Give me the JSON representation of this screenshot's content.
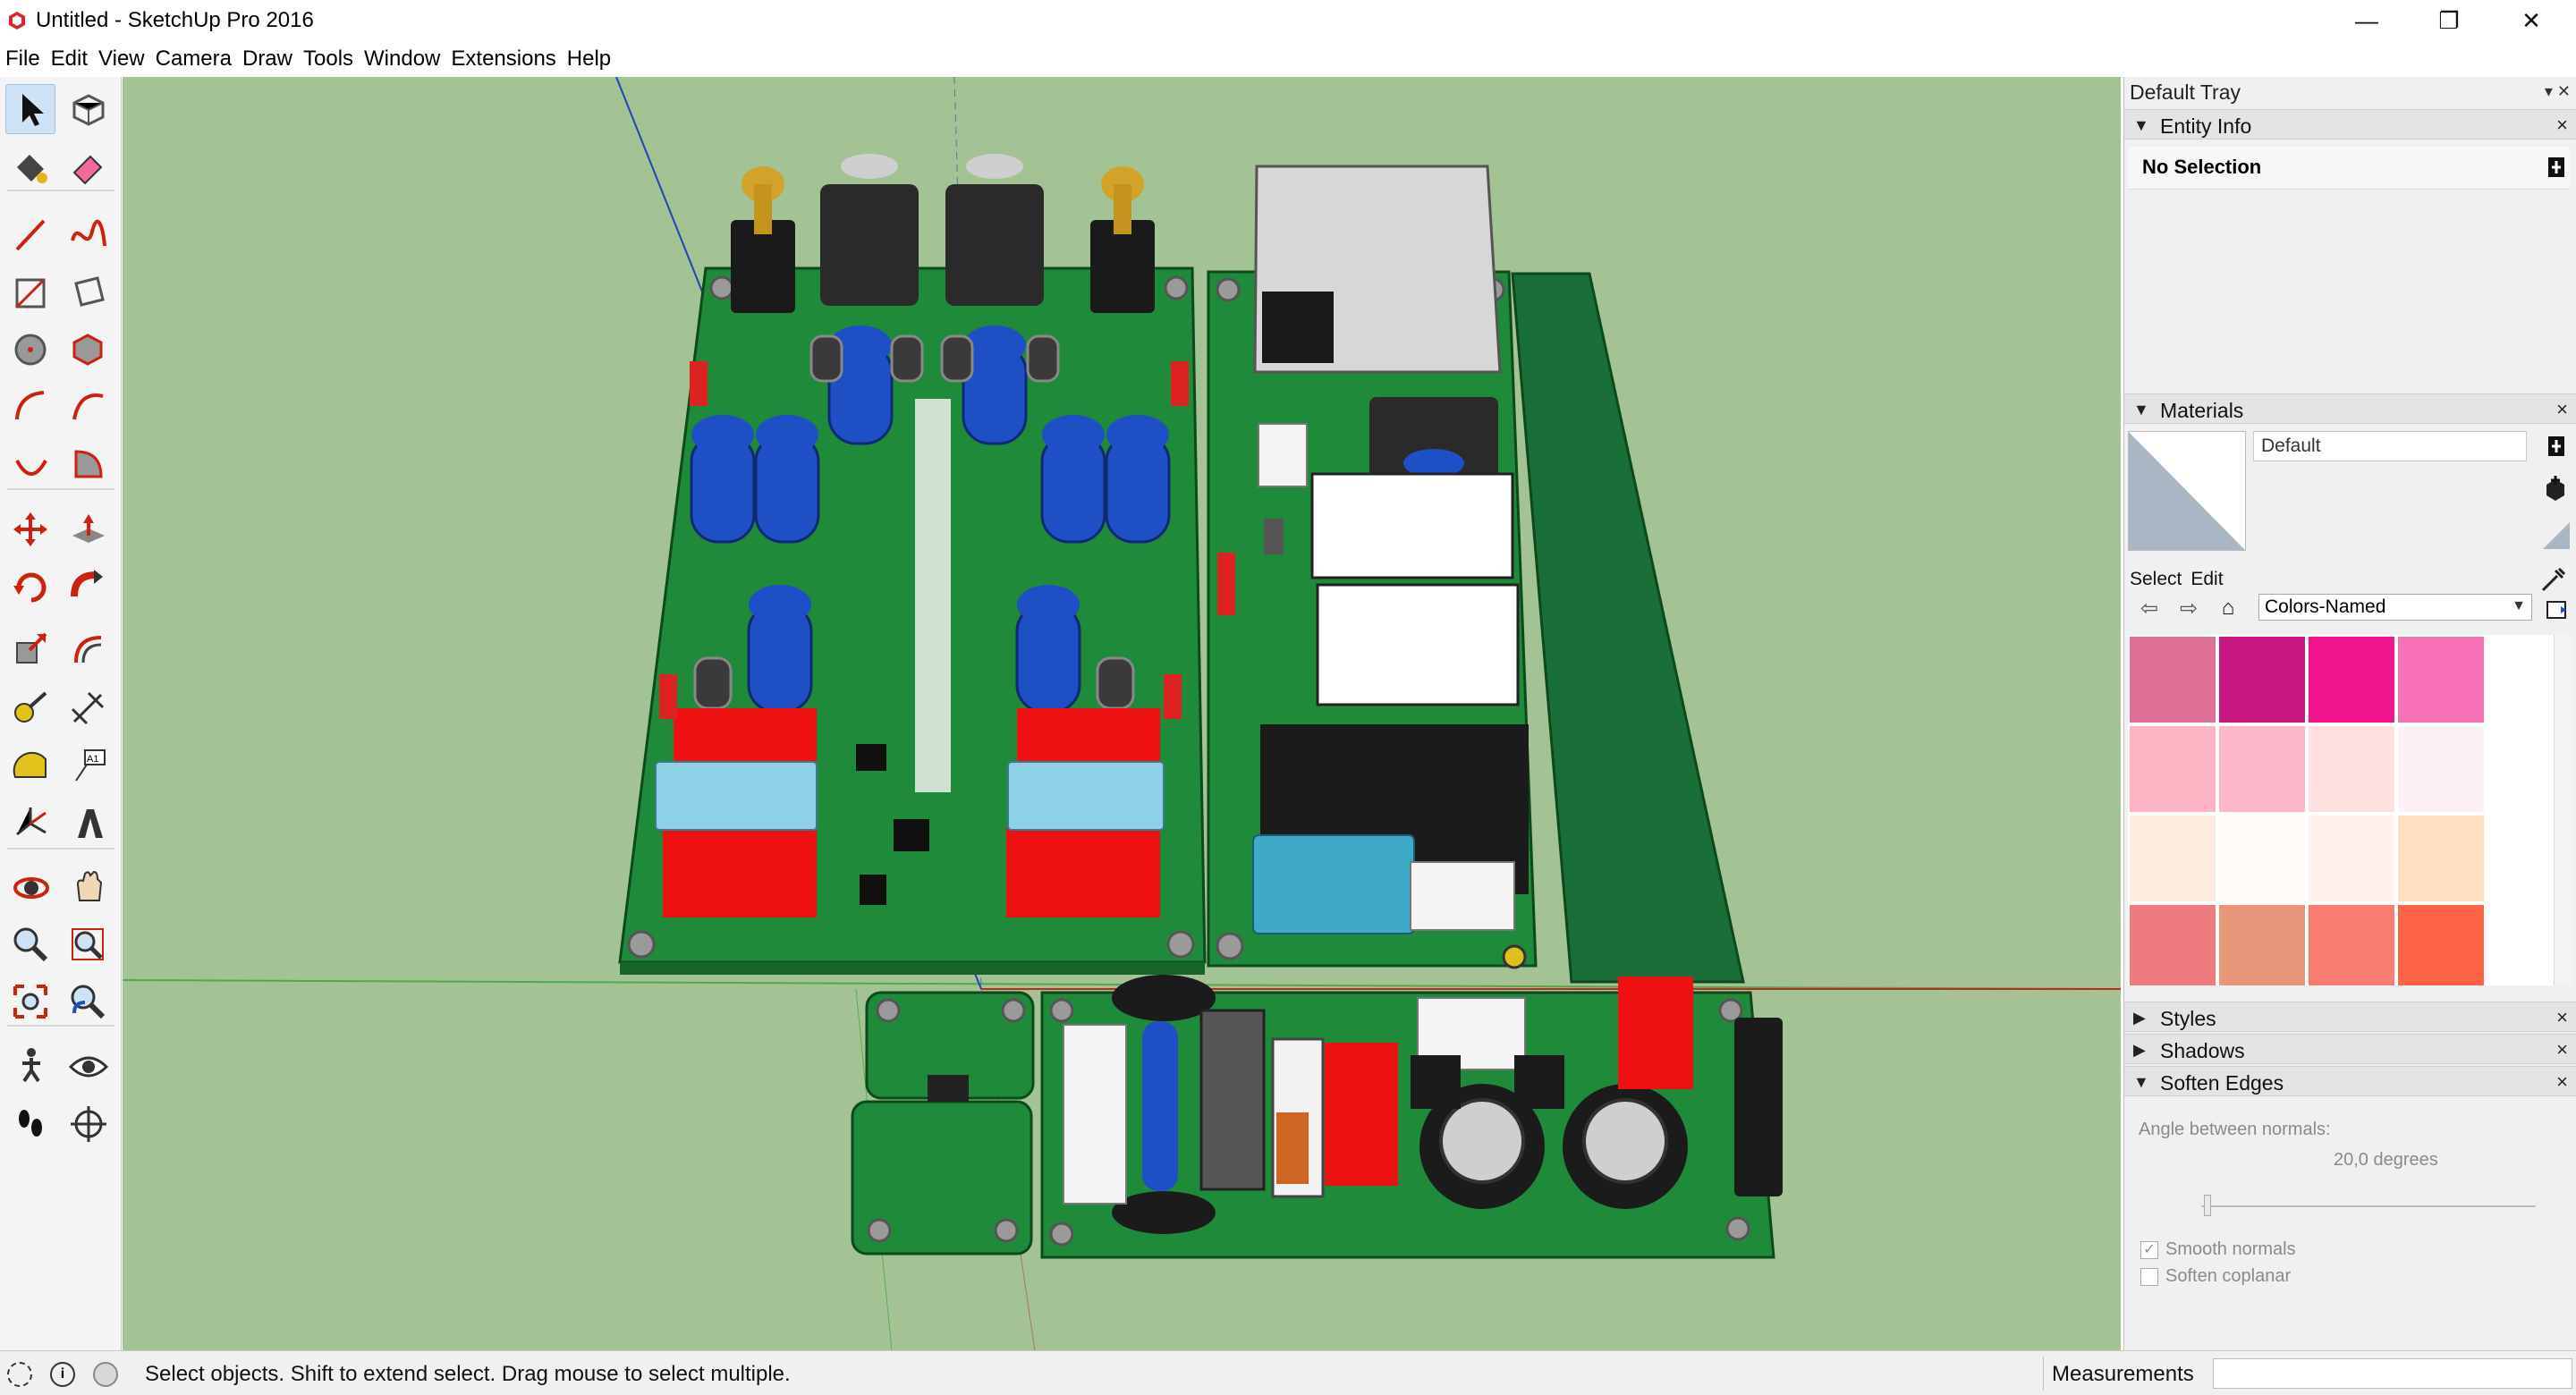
{
  "window": {
    "title": "Untitled - SketchUp Pro 2016",
    "app_icon": "sketchup-logo-icon",
    "controls": {
      "minimize": "—",
      "maximize": "❐",
      "close": "✕"
    }
  },
  "menu": [
    "File",
    "Edit",
    "View",
    "Camera",
    "Draw",
    "Tools",
    "Window",
    "Extensions",
    "Help"
  ],
  "toolbar": {
    "tools": [
      "select-icon",
      "component-icon",
      "paint-bucket-icon",
      "eraser-icon",
      "line-icon",
      "freehand-icon",
      "rectangle-icon",
      "rotated-rectangle-icon",
      "circle-icon",
      "polygon-icon",
      "arc-icon",
      "two-point-arc-icon",
      "three-point-arc-icon",
      "pie-icon",
      "move-icon",
      "push-pull-icon",
      "rotate-icon",
      "follow-me-icon",
      "scale-icon",
      "offset-icon",
      "tape-measure-icon",
      "dimension-icon",
      "protractor-icon",
      "text-label-icon",
      "axes-icon",
      "3d-text-icon",
      "orbit-icon",
      "pan-icon",
      "zoom-icon",
      "zoom-window-icon",
      "zoom-extents-icon",
      "previous-view-icon",
      "walk-icon",
      "look-around-icon",
      "footprints-icon",
      "section-plane-icon"
    ],
    "text_tool_label": "A1"
  },
  "tray": {
    "title": "Default Tray",
    "entity_info": {
      "title": "Entity Info",
      "selection": "No Selection"
    },
    "materials": {
      "title": "Materials",
      "current_name": "Default",
      "tabs": [
        "Select",
        "Edit"
      ],
      "library": "Colors-Named",
      "swatches": [
        "#de6f96",
        "#c8157f",
        "#f2148c",
        "#f76fb4",
        "#fdb3c4",
        "#fcb8ca",
        "#fde1e0",
        "#fdf0f4",
        "#fcece0",
        "#fefaf7",
        "#fef0ea",
        "#fde0c2",
        "#ee7a7e",
        "#e8967a",
        "#f87c70",
        "#fd6446"
      ]
    },
    "styles": {
      "title": "Styles"
    },
    "shadows": {
      "title": "Shadows"
    },
    "soften_edges": {
      "title": "Soften Edges",
      "angle_label": "Angle between normals:",
      "angle_value": "20,0  degrees",
      "slider_fraction": 0.02,
      "smooth_normals": {
        "label": "Smooth normals",
        "checked": true
      },
      "soften_coplanar": {
        "label": "Soften coplanar",
        "checked": false
      }
    }
  },
  "status": {
    "message": "Select objects. Shift to extend select. Drag mouse to select multiple.",
    "measurements_label": "Measurements",
    "measurements_value": ""
  },
  "colors": {
    "viewport_bg": "#a3c394",
    "pcb_green": "#1f8a3a",
    "red_axis": "#cc2222",
    "green_axis": "#2e9e2e",
    "blue_axis": "#2244bb"
  }
}
